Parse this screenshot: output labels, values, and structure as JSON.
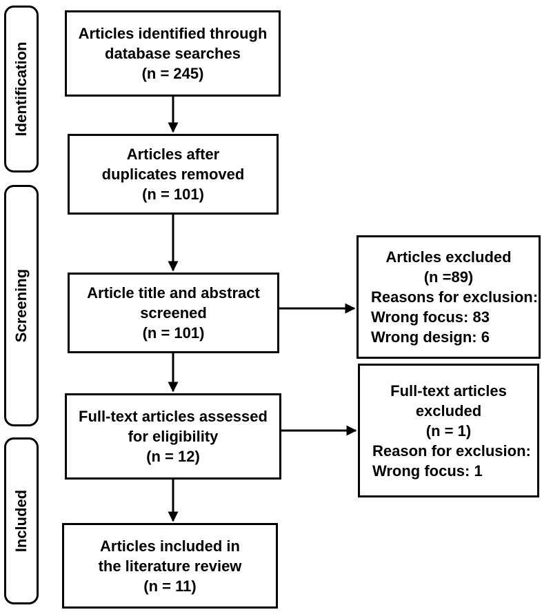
{
  "stages": {
    "identification": "Identification",
    "screening": "Screening",
    "included": "Included"
  },
  "boxes": {
    "identified": [
      "Articles identified through",
      "database searches",
      "(n = 245)"
    ],
    "duplicates": [
      "Articles after",
      "duplicates removed",
      "(n = 101)"
    ],
    "screened": [
      "Article title and abstract",
      "screened",
      "(n = 101)"
    ],
    "excluded": [
      "Articles excluded",
      "(n =89)",
      "Reasons for exclusion:",
      "Wrong focus: 83",
      "Wrong design: 6"
    ],
    "fulltext": [
      "Full-text articles assessed",
      "for eligibility",
      "(n = 12)"
    ],
    "fulltext_excluded": [
      "Full-text articles",
      "excluded",
      "(n = 1)",
      "Reason for exclusion:",
      "Wrong focus: 1"
    ],
    "included": [
      "Articles included in",
      "the literature review",
      "(n = 11)"
    ]
  }
}
